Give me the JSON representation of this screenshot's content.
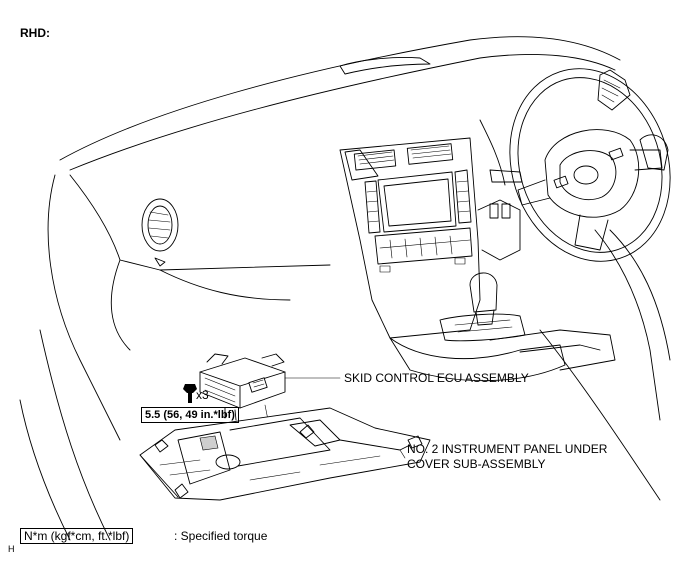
{
  "diagram": {
    "variant_label": "RHD:",
    "labels": {
      "ecu": "SKID CONTROL ECU ASSEMBLY",
      "cover_line1": "NO. 2 INSTRUMENT PANEL UNDER",
      "cover_line2": "COVER SUB-ASSEMBLY",
      "bolt_qty": "x3",
      "torque": "5.5 (56, 49 in.*lbf)"
    },
    "legend": {
      "unit_box": "N*m (kgf*cm, ft.*lbf)",
      "description": ": Specified torque"
    },
    "corner_mark": "H"
  },
  "colors": {
    "line": "#000000",
    "background": "#ffffff",
    "shade": "#cfcfcf"
  }
}
